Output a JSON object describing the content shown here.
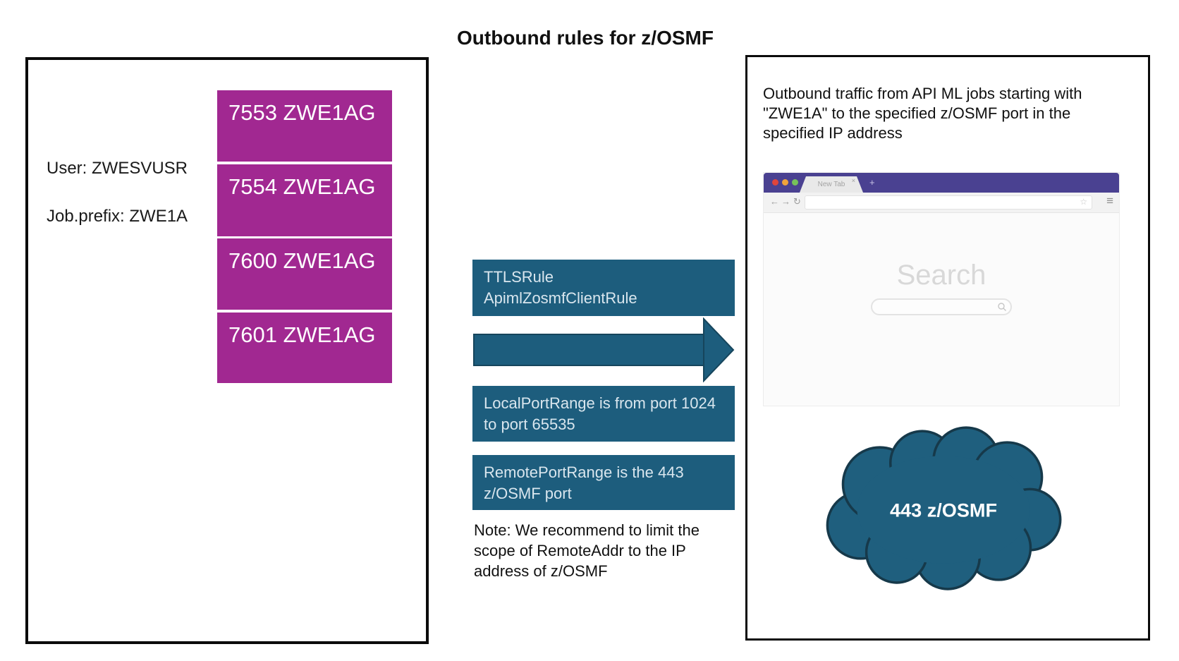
{
  "title": "Outbound rules for z/OSMF",
  "left_panel": {
    "user_label": "User: ZWESVUSR",
    "job_prefix_label": "Job.prefix: ZWE1A",
    "port_jobs": [
      "7553 ZWE1AG",
      "7554 ZWE1AG",
      "7600 ZWE1AG",
      "7601 ZWE1AG"
    ]
  },
  "middle": {
    "ttls_rule_line1": "TTLSRule",
    "ttls_rule_line2": "ApimlZosmfClientRule",
    "local_port_rule": "LocalPortRange is from port 1024 to port 65535",
    "remote_port_rule": "RemotePortRange is the 443 z/OSMF port",
    "note": "Note: We recommend to limit the scope of RemoteAddr to the IP address of z/OSMF"
  },
  "right_panel": {
    "description": "Outbound traffic from API ML jobs starting with \"ZWE1A\" to the specified z/OSMF port in the specified IP address",
    "browser": {
      "tab_label": "New Tab",
      "tab_close_icon": "×",
      "new_tab_icon": "+",
      "back_icon": "←",
      "forward_icon": "→",
      "refresh_icon": "↻",
      "url_value": "",
      "bookmark_icon": "☆",
      "menu_icon": "≡",
      "search_heading": "Search",
      "search_value": ""
    },
    "cloud_label": "443 z/OSMF"
  },
  "colors": {
    "purple": "#A12891",
    "teal": "#1D5D7D",
    "cloud_fill": "#1F5F7E",
    "cloud_outline": "#16394A",
    "browser_bar": "#4A4191"
  }
}
